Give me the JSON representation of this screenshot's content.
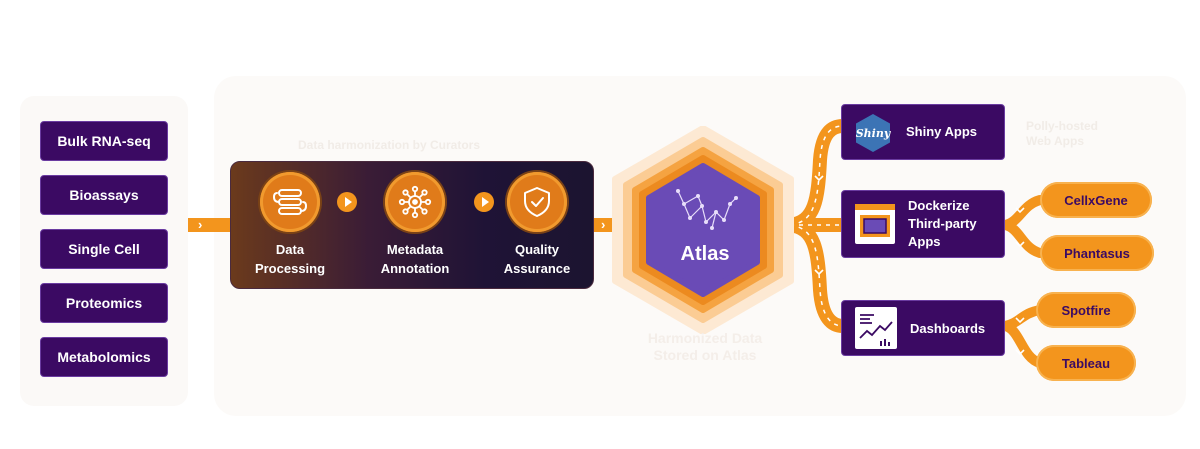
{
  "sources": [
    "Bulk RNA-seq",
    "Bioassays",
    "Single Cell",
    "Proteomics",
    "Metabolomics"
  ],
  "pipeline": {
    "steps": [
      {
        "label": "Data\nProcessing",
        "icon": "workflow-icon"
      },
      {
        "label": "Metadata\nAnnotation",
        "icon": "network-icon"
      },
      {
        "label": "Quality\nAssurance",
        "icon": "shield-check-icon"
      }
    ]
  },
  "hub": {
    "label": "Atlas",
    "subtitle": "Harmonized Data\nStored on Atlas",
    "icon": "constellation-icon"
  },
  "outputs": [
    {
      "label": "Shiny Apps",
      "icon": "shiny-logo-icon"
    },
    {
      "label": "Dockerize\nThird-party\nApps",
      "icon": "browser-window-icon"
    },
    {
      "label": "Dashboards",
      "icon": "dashboard-icon"
    }
  ],
  "tools": [
    "CellxGene",
    "Phantasus",
    "Spotfire",
    "Tableau"
  ],
  "colors": {
    "box_purple": "#3b0a63",
    "accent_orange": "#f3951d",
    "hub_purple": "#6a4bb6",
    "panel_bg": "#fcfaf8"
  }
}
